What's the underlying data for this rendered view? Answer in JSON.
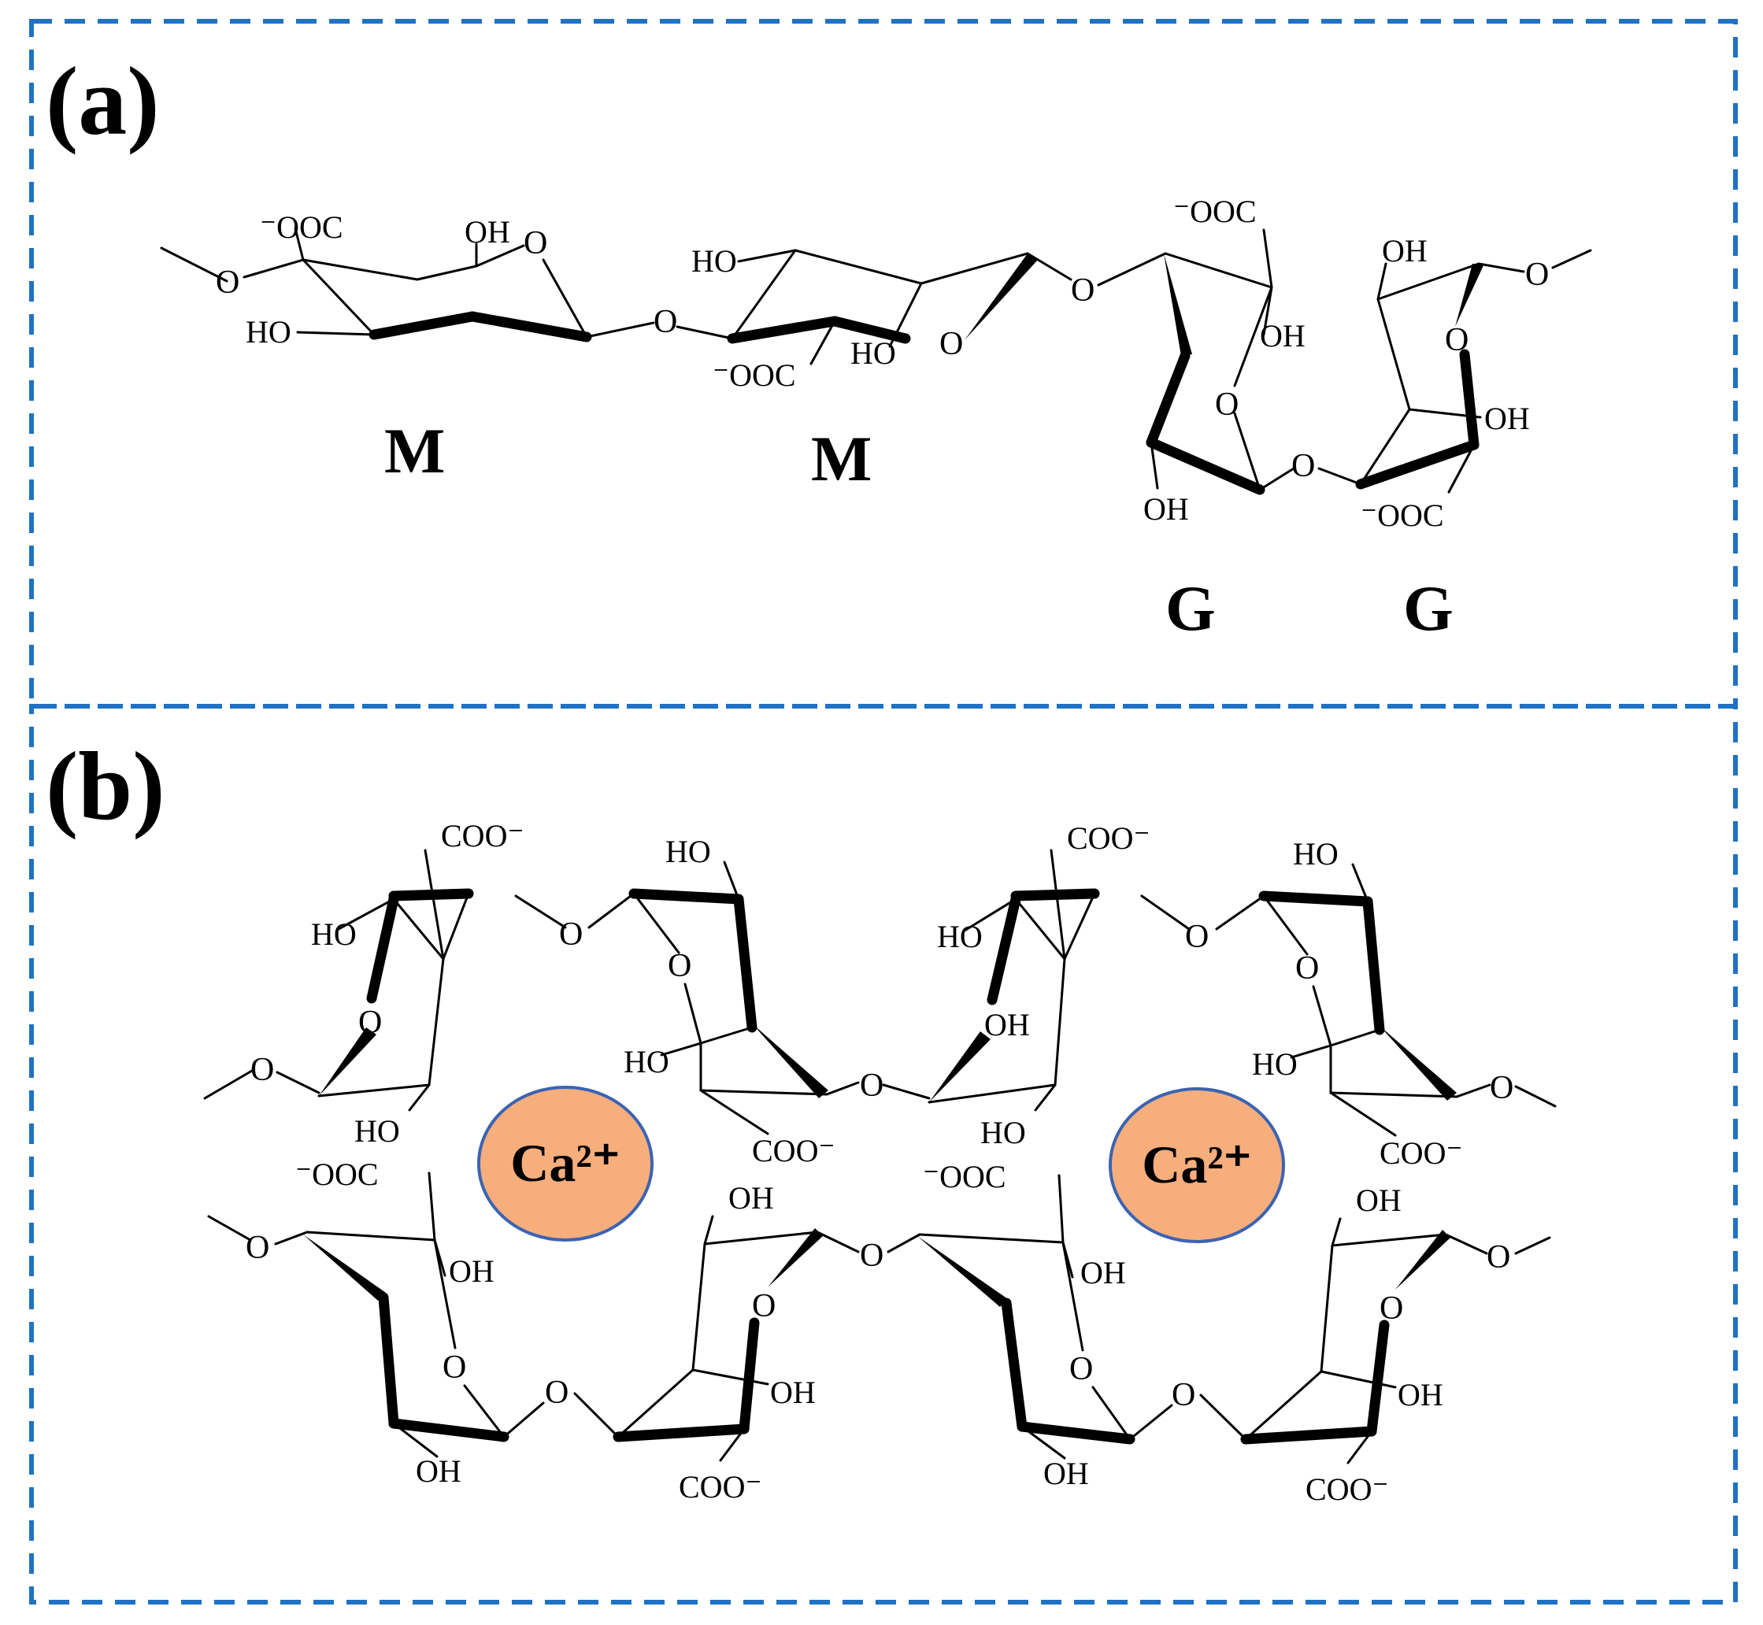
{
  "panels": {
    "a": {
      "label": "(a)",
      "units": [
        "M",
        "M",
        "G",
        "G"
      ],
      "groups": {
        "coo_minus_left": "⁻OOC",
        "coo_minus_right": "COO⁻",
        "oh": "OH",
        "ho": "HO",
        "o": "O"
      }
    },
    "b": {
      "label": "(b)",
      "ions": [
        "Ca²⁺",
        "Ca²⁺"
      ]
    }
  },
  "colors": {
    "frame": "#1f72c4",
    "ion_fill": "#f6ae7d",
    "ion_stroke": "#3c63b2"
  }
}
